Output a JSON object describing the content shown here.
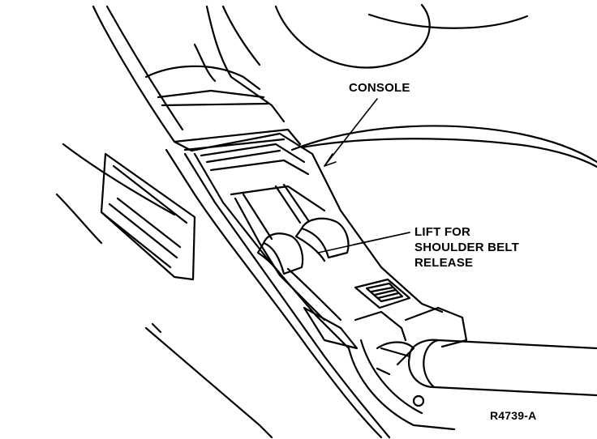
{
  "labels": {
    "console": "CONSOLE",
    "lift_for_shoulder_belt_release": [
      "LIFT FOR",
      "SHOULDER BELT",
      "RELEASE"
    ],
    "figure_id": "R4739-A"
  },
  "colors": {
    "line": "#000000",
    "background": "#ffffff"
  }
}
